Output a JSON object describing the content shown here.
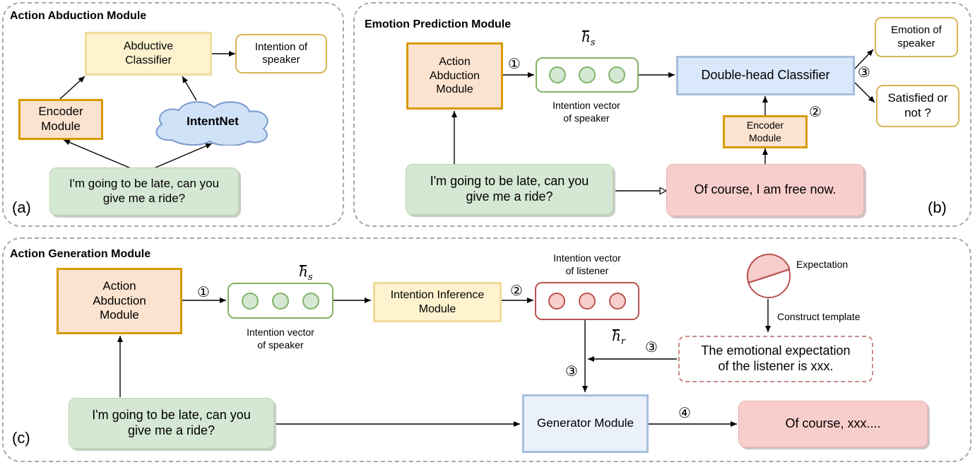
{
  "panel_a": {
    "title": "Action Abduction Module",
    "letter": "(a)",
    "abductive_classifier": "Abductive\nClassifier",
    "intention_of_speaker": "Intention of\nspeaker",
    "encoder_module": "Encoder\nModule",
    "intentnet": "IntentNet",
    "input_text": "I'm going to be late, can you\ngive me a ride?"
  },
  "panel_b": {
    "title": "Emotion Prediction  Module",
    "letter": "(b)",
    "action_abduction_module": "Action\nAbduction\nModule",
    "step_1": "①",
    "h_s": "h",
    "h_s_sub": "s",
    "vector_label": "Intention vector\nof speaker",
    "double_head_classifier": "Double-head Classifier",
    "step_2": "②",
    "step_3": "③",
    "encoder_module": "Encoder\nModule",
    "emotion_of_speaker": "Emotion of\nspeaker",
    "satisfied_or_not": "Satisfied or\nnot ?",
    "input_text": "I'm going to be late, can you\ngive me a ride?",
    "response_text": "Of course, I am free now."
  },
  "panel_c": {
    "title": "Action Generation Module",
    "letter": "(c)",
    "action_abduction_module": "Action\nAbduction\nModule",
    "step_1": "①",
    "h_s": "h",
    "h_s_sub": "s",
    "speaker_vector_label": "Intention vector\nof speaker",
    "intention_inference_module": "Intention Inference\nModule",
    "step_2": "②",
    "listener_vector_label": "Intention vector\nof listener",
    "h_r": "h",
    "h_r_sub": "r",
    "expectation": "Expectation",
    "construct_template": "Construct template",
    "step_3a": "③",
    "step_3b": "③",
    "template_text": "The emotional expectation\nof the listener is xxx.",
    "generator_module": "Generator Module",
    "step_4": "④",
    "output_text": "Of course, xxx....",
    "input_text": "I'm going to be late, can you\ngive me a ride?"
  }
}
